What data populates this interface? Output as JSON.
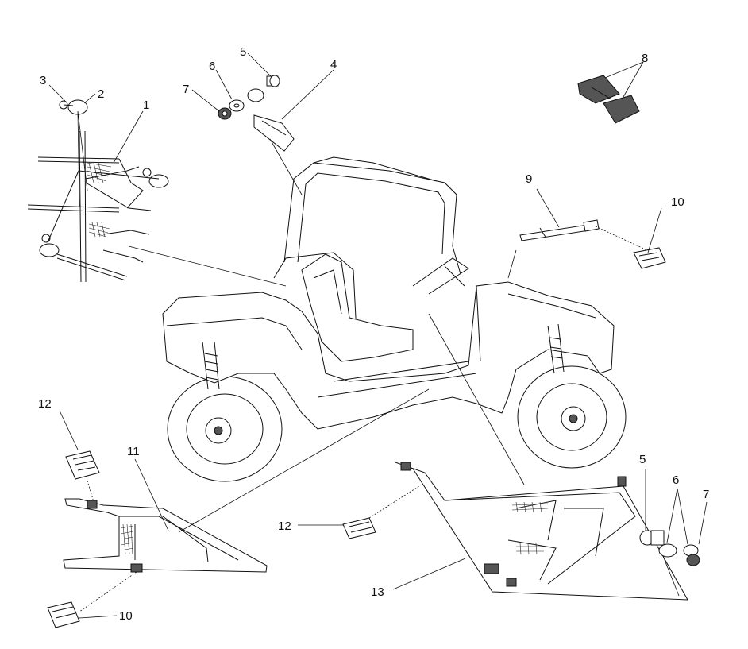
{
  "callouts": {
    "c1": "1",
    "c2": "2",
    "c3": "3",
    "c4": "4",
    "c5a": "5",
    "c6a": "6",
    "c7a": "7",
    "c8": "8",
    "c9": "9",
    "c10a": "10",
    "c11": "11",
    "c12a": "12",
    "c12b": "12",
    "c13": "13",
    "c10b": "10",
    "c5b": "5",
    "c6b": "6",
    "c7b": "7"
  }
}
